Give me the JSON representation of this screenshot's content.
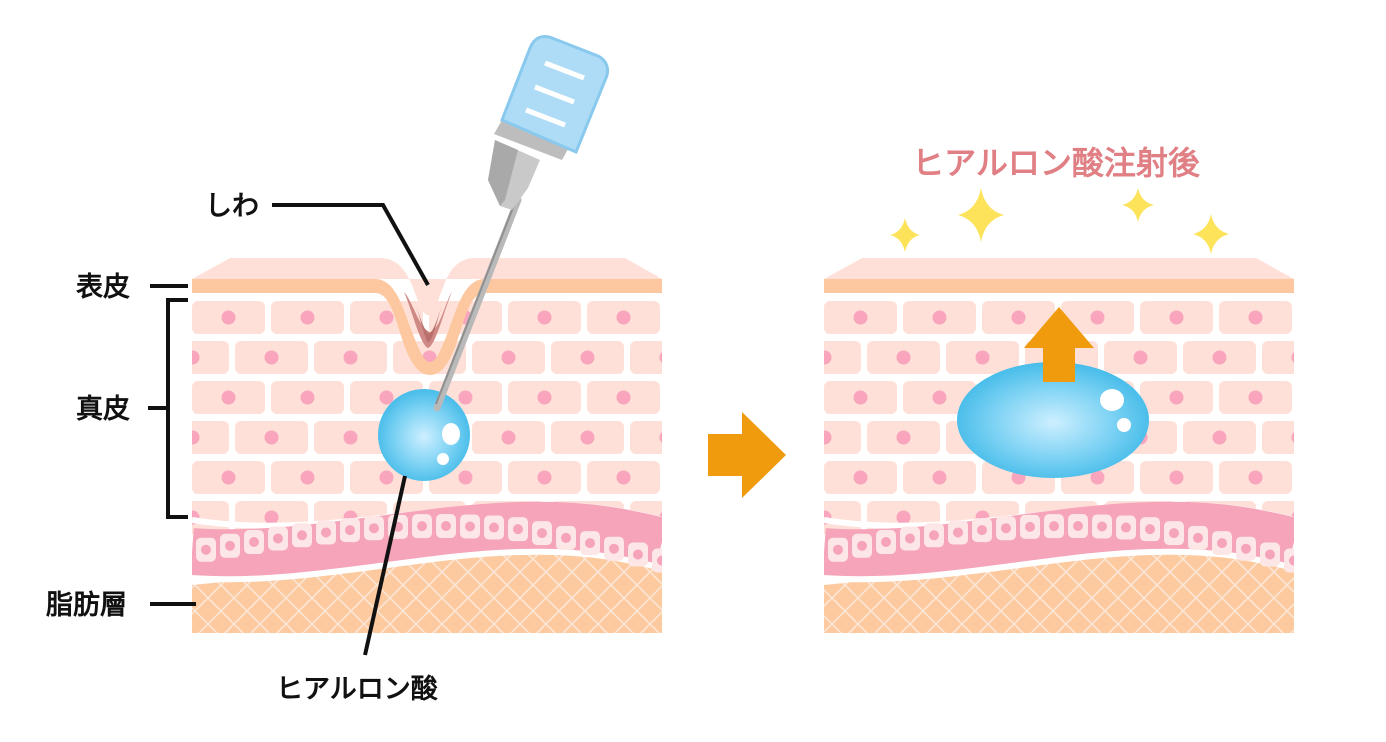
{
  "labels": {
    "wrinkle": "しわ",
    "epidermis": "表皮",
    "dermis": "真皮",
    "fat_layer": "脂肪層",
    "hyaluronic_acid": "ヒアルロン酸"
  },
  "after_title": "ヒアルロン酸注射後",
  "colors": {
    "title": "#e07f84",
    "epidermis": "#fdc89f",
    "skin_top": "#fee0d8",
    "cell": "#fee0d8",
    "nucleus": "#f8a5bd",
    "fat": "#fdcaa0",
    "membrane": "#f5a4b9",
    "arrow": "#f09a0e",
    "sparkle": "#fce359",
    "droplet": "#5ec8ef"
  },
  "icons": {
    "syringe": "syringe-icon",
    "arrow_right": "arrow-right-icon",
    "arrow_up": "arrow-up-icon",
    "sparkle": "sparkle-icon"
  }
}
